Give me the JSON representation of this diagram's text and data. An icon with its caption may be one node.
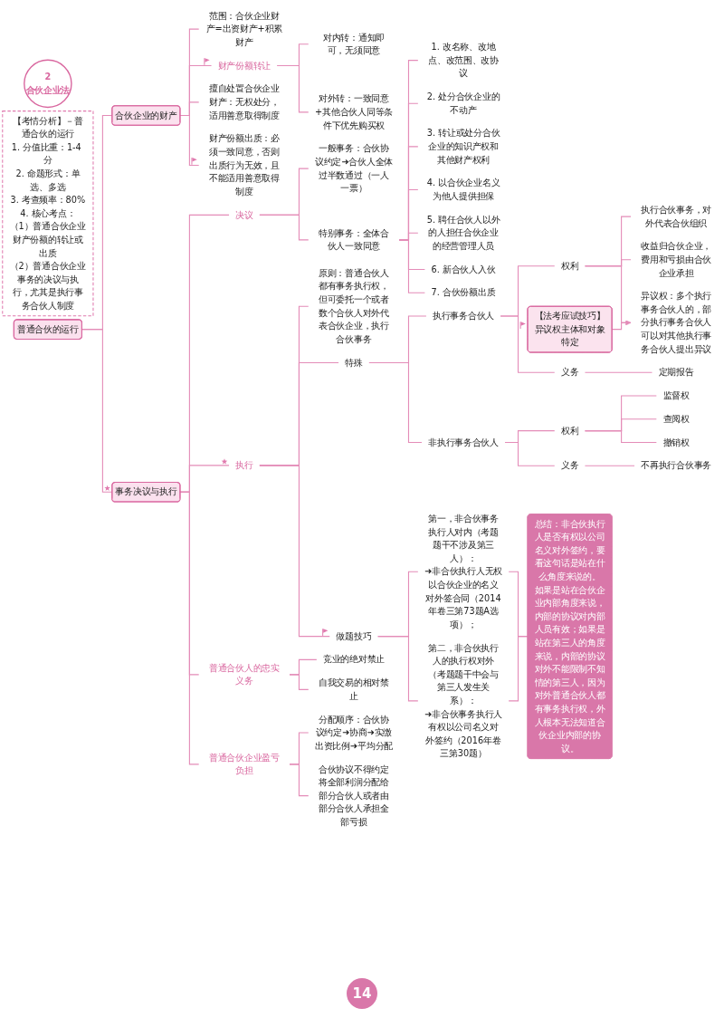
{
  "diagram": {
    "nodes": [
      {
        "text": [
          "2",
          "合伙企业法"
        ]
      },
      {
        "text": [
          "【考情分析】－普通合伙的运行",
          "1. 分值比重：1-4 分",
          "2. 命题形式：单选、多选",
          "3. 考查频率：80%",
          "4. 核心考点：",
          "（1）普通合伙企业财产份额的转让或出质",
          "（2）普通合伙企业事务的决议与执行，尤其是执行事务合伙人制度"
        ]
      },
      {
        "text": [
          "普通合伙的运行"
        ]
      },
      {
        "text": [
          "合伙企业的财产"
        ]
      },
      {
        "text": [
          "范围：合伙企业财产=出资财产+积累财产"
        ]
      },
      {
        "text": [
          "财产份额转让"
        ]
      },
      {
        "text": [
          "对内转：通知即可，无须同意"
        ]
      },
      {
        "text": [
          "对外转：一致同意+其他合伙人同等条件下优先购买权"
        ]
      },
      {
        "text": [
          "擅自处置合伙企业财产：无权处分，适用善意取得制度"
        ]
      },
      {
        "text": [
          "财产份额出质：必须一致同意，否则出质行为无效，且不能适用善意取得制度"
        ]
      },
      {
        "text": [
          "事务决议与执行"
        ]
      },
      {
        "text": [
          "决议"
        ]
      },
      {
        "text": [
          "一般事务：合伙协议约定➜合伙人全体过半数通过（一人一票）"
        ]
      },
      {
        "text": [
          "特别事务：全体合伙人一致同意"
        ]
      },
      {
        "text": [
          "1. 改名称、改地点、改范围、改协议"
        ]
      },
      {
        "text": [
          "2. 处分合伙企业的不动产"
        ]
      },
      {
        "text": [
          "3. 转让或处分合伙企业的知识产权和其他财产权利"
        ]
      },
      {
        "text": [
          "4. 以合伙企业名义为他人提供担保"
        ]
      },
      {
        "text": [
          "5. 聘任合伙人以外的人担任合伙企业的经营管理人员"
        ]
      },
      {
        "text": [
          "6. 新合伙人入伙"
        ]
      },
      {
        "text": [
          "7. 合伙份额出质"
        ]
      },
      {
        "text": [
          "执行"
        ]
      },
      {
        "text": [
          "原则：普通合伙人都有事务执行权，但可委托一个或者数个合伙人对外代表合伙企业，执行合伙事务"
        ]
      },
      {
        "text": [
          "特殊"
        ]
      },
      {
        "text": [
          "执行事务合伙人"
        ]
      },
      {
        "text": [
          "权利"
        ]
      },
      {
        "text": [
          "执行合伙事务，对外代表合伙组织"
        ]
      },
      {
        "text": [
          "收益归合伙企业，费用和亏损由合伙企业承担"
        ]
      },
      {
        "text": [
          "【法考应试技巧】",
          "异议权主体和对象特定"
        ]
      },
      {
        "text": [
          "异议权：多个执行事务合伙人的，部分执行事务合伙人可以对其他执行事务合伙人提出异议"
        ]
      },
      {
        "text": [
          "义务"
        ]
      },
      {
        "text": [
          "定期报告"
        ]
      },
      {
        "text": [
          "非执行事务合伙人"
        ]
      },
      {
        "text": [
          "权利"
        ]
      },
      {
        "text": [
          "监督权"
        ]
      },
      {
        "text": [
          "查阅权"
        ]
      },
      {
        "text": [
          "撤销权"
        ]
      },
      {
        "text": [
          "义务"
        ]
      },
      {
        "text": [
          "不再执行合伙事务"
        ]
      },
      {
        "text": [
          "做题技巧"
        ]
      },
      {
        "text": [
          "第一，非合伙事务执行人对内（考题题干不涉及第三人）：",
          "➜非合伙执行人无权以合伙企业的名义对外签合同（2014年卷三第73题A选项）；"
        ]
      },
      {
        "text": [
          "第二，非合伙执行人的执行权对外（考题题干中会与第三人发生关系）：",
          "➜非合伙事务执行人有权以公司名义对外签约（2016年卷三第30题）"
        ]
      },
      {
        "text": [
          "总结：非合伙执行人是否有权以公司名义对外签约，要看这句话是站在什么角度来说的。",
          "如果是站在合伙企业内部角度来说，内部的协议对内部人员有效；如果是站在第三人的角度来说，内部的协议对外不能限制不知情的第三人，因为对外普通合伙人都有事务执行权，外人根本无法知道合伙企业内部的协议。"
        ]
      },
      {
        "text": [
          "普通合伙人的忠实义务"
        ]
      },
      {
        "text": [
          "竞业的绝对禁止"
        ]
      },
      {
        "text": [
          "自我交易的相对禁止"
        ]
      },
      {
        "text": [
          "普通合伙企业盈亏负担"
        ]
      },
      {
        "text": [
          "分配顺序：合伙协议约定➜协商➜实缴出资比例➜平均分配"
        ]
      },
      {
        "text": [
          "合伙协议不得约定将全部利润分配给部分合伙人或者由部分合伙人承担全部亏损"
        ]
      }
    ],
    "edges": [
      {
        "from": 2,
        "to": 3,
        "arrow": "none"
      },
      {
        "from": 2,
        "to": 10,
        "arrow": "none"
      },
      {
        "from": 3,
        "to": 4,
        "arrow": "none"
      },
      {
        "from": 3,
        "to": 5,
        "arrow": "none"
      },
      {
        "from": 5,
        "to": 6,
        "arrow": "none"
      },
      {
        "from": 5,
        "to": 7,
        "arrow": "none"
      },
      {
        "from": 3,
        "to": 8,
        "arrow": "none"
      },
      {
        "from": 3,
        "to": 9,
        "arrow": "none"
      },
      {
        "from": 10,
        "to": 11,
        "arrow": "none"
      },
      {
        "from": 11,
        "to": 12,
        "arrow": "none"
      },
      {
        "from": 11,
        "to": 13,
        "arrow": "none"
      },
      {
        "from": 13,
        "to": 14,
        "arrow": "none"
      },
      {
        "from": 13,
        "to": 15,
        "arrow": "none"
      },
      {
        "from": 13,
        "to": 16,
        "arrow": "none"
      },
      {
        "from": 13,
        "to": 17,
        "arrow": "none"
      },
      {
        "from": 13,
        "to": 18,
        "arrow": "none"
      },
      {
        "from": 13,
        "to": 19,
        "arrow": "none"
      },
      {
        "from": 13,
        "to": 20,
        "arrow": "none"
      },
      {
        "from": 10,
        "to": 21,
        "arrow": "none"
      },
      {
        "from": 21,
        "to": 22,
        "arrow": "none"
      },
      {
        "from": 21,
        "to": 23,
        "arrow": "none"
      },
      {
        "from": 23,
        "to": 24,
        "arrow": "none"
      },
      {
        "from": 24,
        "to": 25,
        "arrow": "none"
      },
      {
        "from": 25,
        "to": 26,
        "arrow": "none"
      },
      {
        "from": 25,
        "to": 27,
        "arrow": "none"
      },
      {
        "from": 25,
        "to": 29,
        "arrow": "none"
      },
      {
        "from": 28,
        "to": 29,
        "arrow": "to"
      },
      {
        "from": 24,
        "to": 30,
        "arrow": "none"
      },
      {
        "from": 30,
        "to": 31,
        "arrow": "none"
      },
      {
        "from": 23,
        "to": 32,
        "arrow": "none"
      },
      {
        "from": 32,
        "to": 33,
        "arrow": "none"
      },
      {
        "from": 33,
        "to": 34,
        "arrow": "none"
      },
      {
        "from": 33,
        "to": 35,
        "arrow": "none"
      },
      {
        "from": 33,
        "to": 36,
        "arrow": "none"
      },
      {
        "from": 32,
        "to": 37,
        "arrow": "none"
      },
      {
        "from": 37,
        "to": 38,
        "arrow": "none"
      },
      {
        "from": 21,
        "to": 39,
        "arrow": "none"
      },
      {
        "from": 39,
        "to": 40,
        "arrow": "none"
      },
      {
        "from": 39,
        "to": 41,
        "arrow": "none"
      },
      {
        "from": 40,
        "to": 42,
        "arrow": "none"
      },
      {
        "from": 41,
        "to": 42,
        "arrow": "none"
      },
      {
        "from": 10,
        "to": 43,
        "arrow": "none"
      },
      {
        "from": 43,
        "to": 44,
        "arrow": "none"
      },
      {
        "from": 43,
        "to": 45,
        "arrow": "none"
      },
      {
        "from": 10,
        "to": 46,
        "arrow": "none"
      },
      {
        "from": 46,
        "to": 47,
        "arrow": "none"
      },
      {
        "from": 46,
        "to": 48,
        "arrow": "none"
      }
    ],
    "labels": [
      "14"
    ]
  }
}
